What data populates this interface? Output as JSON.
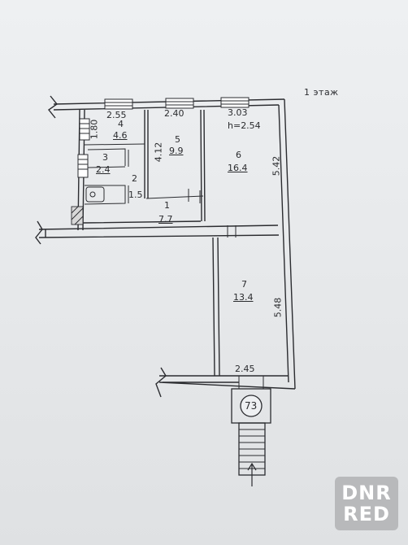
{
  "floor_label": "1 этаж",
  "building_number": "73",
  "wall_heights": {
    "h": "h=2.54"
  },
  "rooms": [
    {
      "number": "1",
      "area": "7.7"
    },
    {
      "number": "2",
      "area": "1.5"
    },
    {
      "number": "3",
      "area": "2.4"
    },
    {
      "number": "4",
      "area": "4.6"
    },
    {
      "number": "5",
      "area": "9.9"
    },
    {
      "number": "6",
      "area": "16.4"
    },
    {
      "number": "7",
      "area": "13.4"
    }
  ],
  "dimensions": {
    "d_255": "2.55",
    "d_240": "2.40",
    "d_303": "3.03",
    "d_180": "1.80",
    "d_412": "4.12",
    "d_542": "5.42",
    "d_548": "5.48",
    "d_245": "2.45"
  },
  "watermark": {
    "line1": "DNR",
    "line2": "RED"
  }
}
